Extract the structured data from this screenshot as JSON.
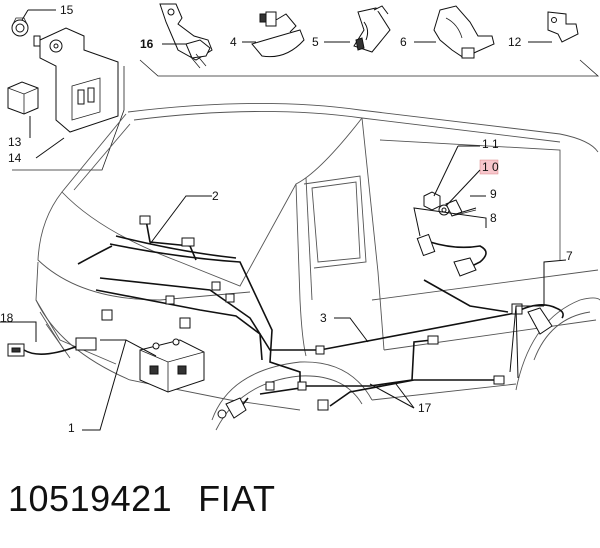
{
  "callouts": {
    "c1": "1",
    "c2": "2",
    "c3": "3",
    "c4": "4",
    "c5": "5",
    "c6": "6",
    "c7": "7",
    "c8": "8",
    "c9": "9",
    "c10": "1 0",
    "c11": "1 1",
    "c12": "12",
    "c13": "13",
    "c14": "14",
    "c15": "15",
    "c16": "16",
    "c17": "17",
    "c18": "18"
  },
  "footer": {
    "part_number": "10519421",
    "brand": "FIAT"
  },
  "colors": {
    "highlight": "#f7c6cc",
    "ink": "#111111"
  }
}
